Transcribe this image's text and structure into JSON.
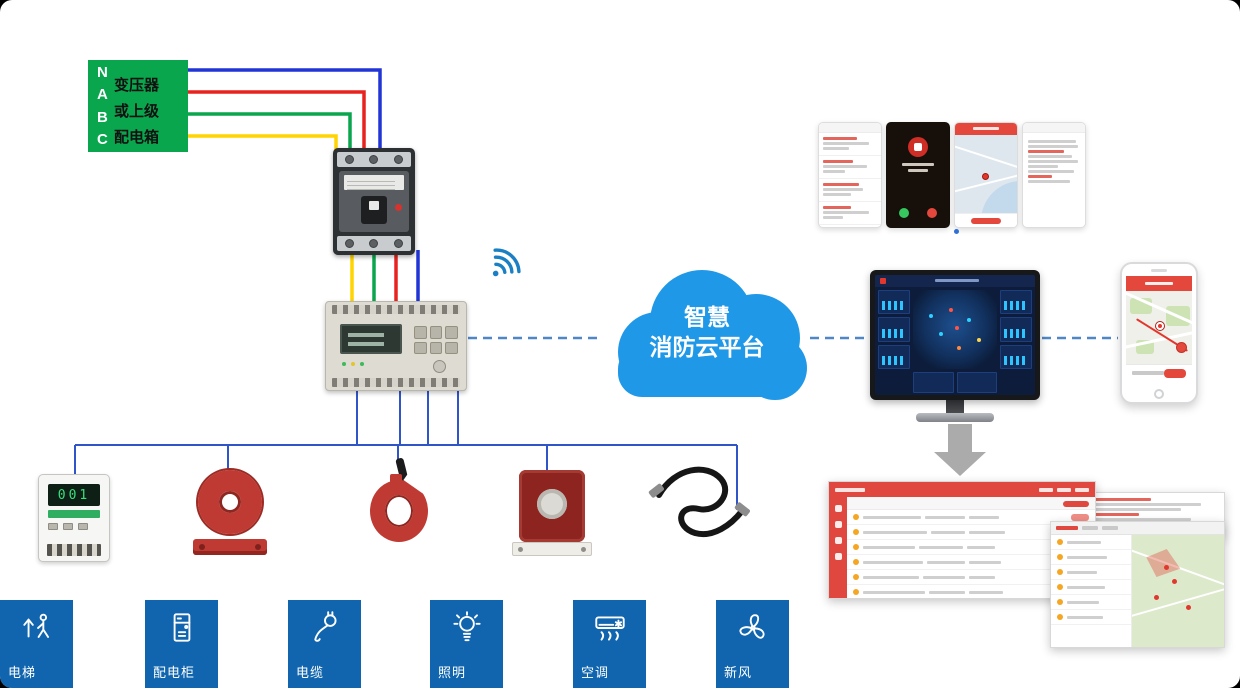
{
  "source_panel": {
    "phase_labels": [
      "N",
      "A",
      "B",
      "C"
    ],
    "text_lines": [
      "变压器",
      "或上级",
      "配电箱"
    ]
  },
  "cloud": {
    "line1": "智慧",
    "line2": "消防云平台"
  },
  "meter": {
    "display_value": "001"
  },
  "loads": [
    {
      "label": "电梯",
      "icon": "elevator-icon"
    },
    {
      "label": "配电柜",
      "icon": "distribution-cabinet-icon"
    },
    {
      "label": "电缆",
      "icon": "cable-icon"
    },
    {
      "label": "照明",
      "icon": "lighting-icon"
    },
    {
      "label": "空调",
      "icon": "air-conditioner-icon"
    },
    {
      "label": "新风",
      "icon": "fresh-air-icon"
    }
  ],
  "icons": {
    "wireless": "wifi-icon",
    "flow": "arrow-down-icon"
  },
  "colors": {
    "panel_green": "#0aa64e",
    "tile_blue": "#1065ae",
    "cloud_blue": "#1f98e8",
    "wire_blue": "#2134d6",
    "wire_red": "#e8231f",
    "wire_green": "#0aa64e",
    "wire_yellow": "#ffd400",
    "link_dashed_blue": "#4e86c6",
    "app_red": "#e0483f"
  }
}
